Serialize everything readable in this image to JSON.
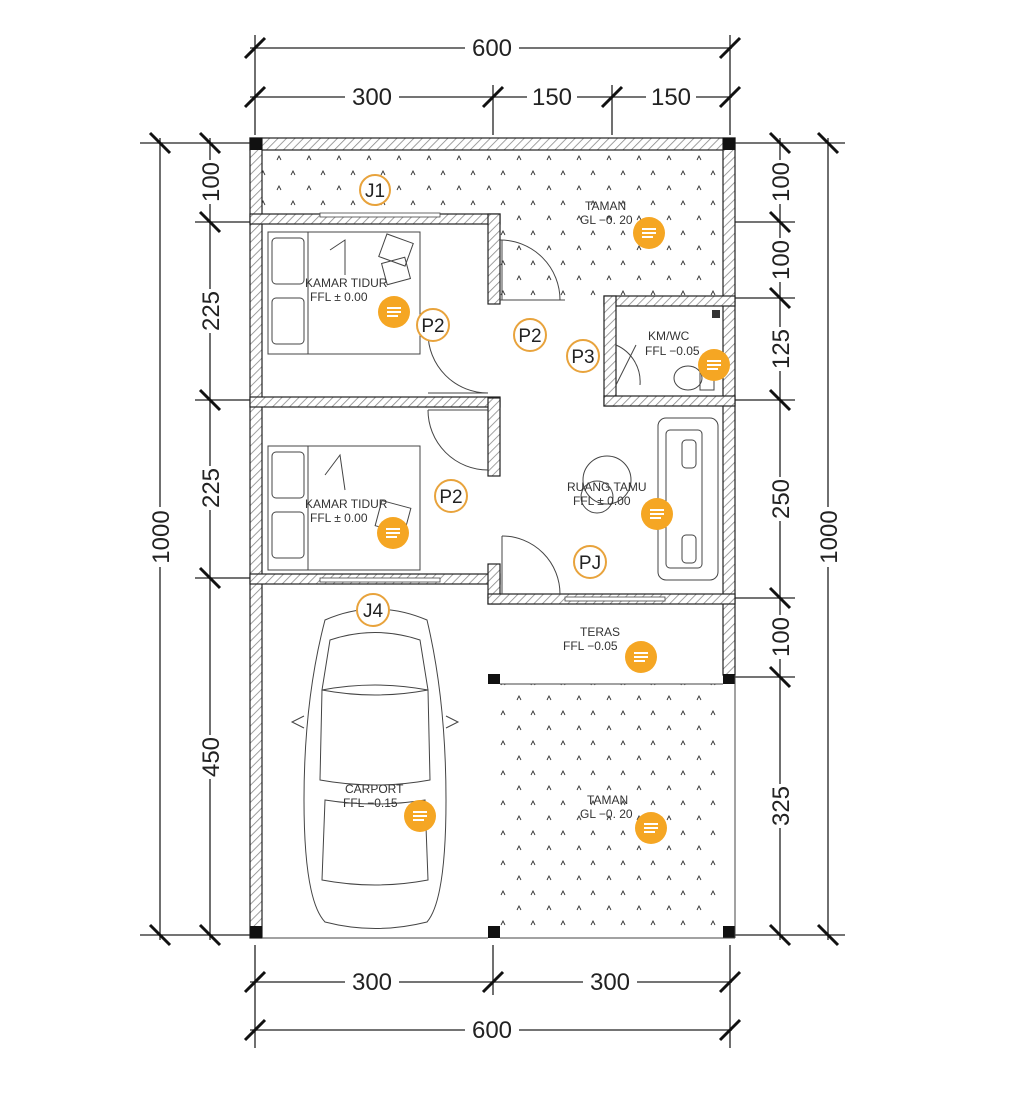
{
  "dimensions": {
    "top_total": "600",
    "top_1": "300",
    "top_2": "150",
    "top_3": "150",
    "bottom_1": "300",
    "bottom_2": "300",
    "bottom_total": "600",
    "left_total": "1000",
    "left_1": "100",
    "left_2": "225",
    "left_3": "225",
    "left_4": "450",
    "right_total": "1000",
    "right_1": "100",
    "right_2": "100",
    "right_3": "125",
    "right_4": "250",
    "right_5": "100",
    "right_6": "325"
  },
  "rooms": {
    "taman_top": {
      "name": "TAMAN",
      "level": "GL  −0. 20"
    },
    "kamar_tidur_1": {
      "name": "KAMAR TIDUR",
      "level": "FFL    ± 0.00"
    },
    "kamar_tidur_2": {
      "name": "KAMAR TIDUR",
      "level": "FFL    ± 0.00"
    },
    "km_wc": {
      "name": "KM/WC",
      "level": "FFL   −0.05"
    },
    "ruang_tamu": {
      "name": "RUANG TAMU",
      "level": "FFL    ± 0.00"
    },
    "teras": {
      "name": "TERAS",
      "level": "FFL    −0.05"
    },
    "carport": {
      "name": "CARPORT",
      "level": "FFL     −0.15"
    },
    "taman_bottom": {
      "name": "TAMAN",
      "level": "GL  −0. 20"
    }
  },
  "markers": {
    "j1": "J1",
    "j4": "J4",
    "p2_a": "P2",
    "p2_b": "P2",
    "p2_c": "P2",
    "p3": "P3",
    "pj": "PJ"
  },
  "colors": {
    "note_badge": "#f5a623",
    "marker_ring": "#e8a33c",
    "wall_hatch": "#888888"
  },
  "icons": {
    "note": "note-lines-icon"
  }
}
